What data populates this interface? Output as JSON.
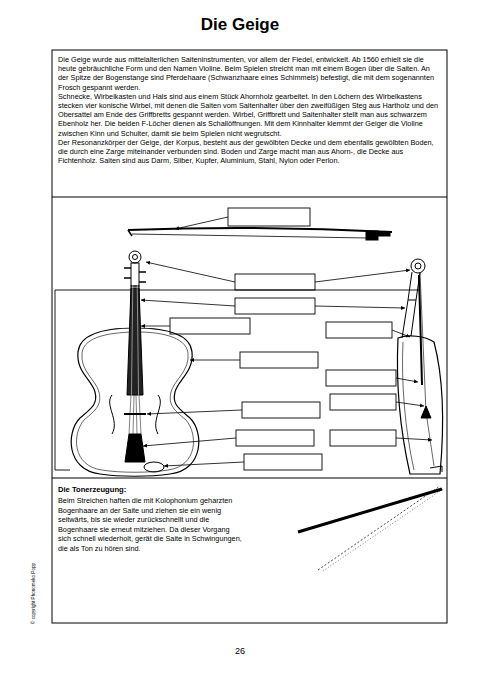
{
  "diagram": {
    "title": "Die Geige",
    "nodes": [
      {
        "text": [
          "Die Geige wurde aus mittelalterlichen Saiteninstrumenten, vor allem der Fiedel, entwickelt. Ab 1560 erhielt sie die heute gebräuchliche Form und den Namen Violine. Beim Spielen streicht man mit einem Bogen über die Saiten. An der Spitze der Bogenstange sind Pferdehaare (Schwanzhaare eines Schimmels) befestigt, die mit dem sogenannten Frosch gespannt werden.",
          "Schnecke, Wirbelkasten und Hals sind aus einem Stück Ahornholz gearbeitet. In den Löchern des Wirbelkastens stecken vier konische Wirbel, mit denen die Saiten vom Saitenhalter über den zweifüßigen Steg aus Hartholz und den Obersattel am Ende des Griffbretts gespannt werden. Wirbel, Griffbrett und Saitenhalter stellt man aus schwarzem Ebenholz her. Die beiden F-Löcher dienen als Schallöffnungen. Mit dem Kinnhalter klemmt der Geiger die Violine zwischen Kinn und Schulter, damit sie beim Spielen nicht wegrutscht.",
          "Der Resonanzkörper der Geige, der Korpus, besteht aus der gewölbten Decke und dem ebenfalls gewölbten Boden, die durch eine Zarge miteinander verbunden sind. Boden und Zarge macht man aus Ahorn-, die Decke aus Fichtenholz. Saiten sind aus Darm, Silber, Kupfer, Aluminium, Stahl, Nylon oder Perlon."
        ]
      },
      {
        "text": [
          "Die Tonerzeugung:",
          "Beim Streichen haften die mit Kolophonium geharzten Bogenhaare an der Saite und ziehen sie ein wenig seitwärts, bis sie wieder zurückschnellt und die Bogenhaare sie erneut mitziehen. Da dieser Vorgang sich schnell wiederholt, gerät die Saite in Schwingungen, die als Ton zu hören sind."
        ]
      }
    ],
    "labels": [
      "26",
      "© copyright Phonomeko Popp"
    ]
  }
}
